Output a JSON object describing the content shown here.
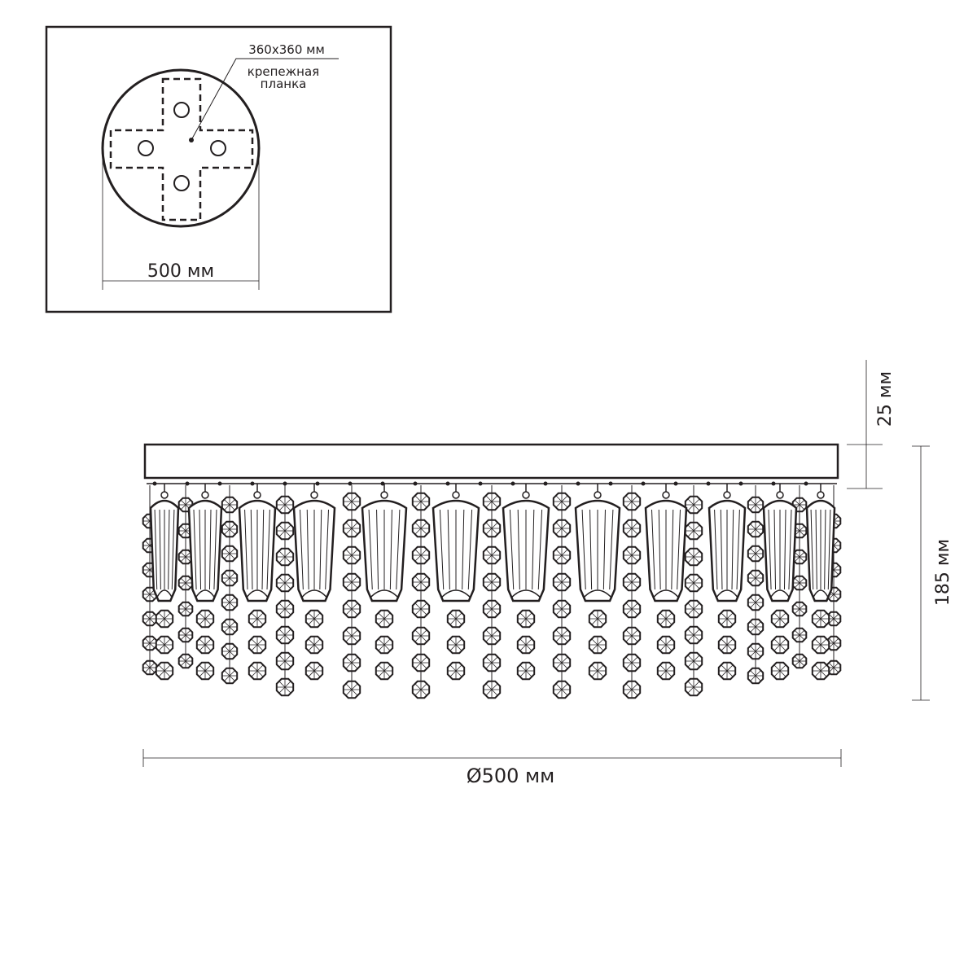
{
  "top_view": {
    "bracket_size": "360x360 мм",
    "bracket_label_line1": "крепежная",
    "bracket_label_line2": "планка",
    "diameter": "500 мм"
  },
  "side_view": {
    "canopy_height": "25 мм",
    "total_height": "185 мм",
    "diameter": "Ø500 мм"
  }
}
